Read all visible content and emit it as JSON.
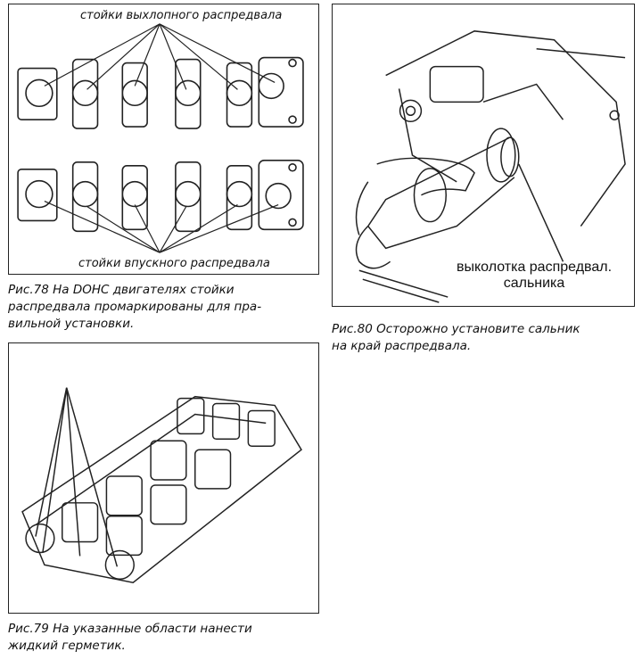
{
  "fig78": {
    "label_top": "стойки выхлопного распредвала",
    "label_bottom": "стойки впускного распредвала",
    "caption_line1": "Рис.78   На DOHC двигателях стойки",
    "caption_line2": "распредвала промаркированы для пра-",
    "caption_line3": "вильной установки."
  },
  "fig79": {
    "caption_line1": "Рис.79   На указанные области нанести",
    "caption_line2": "жидкий герметик."
  },
  "fig80": {
    "callout_line1": "выколотка распредвал.",
    "callout_line2": "сальника",
    "caption_line1": "Рис.80  Осторожно установите сальник",
    "caption_line2": "на край распредвала."
  }
}
